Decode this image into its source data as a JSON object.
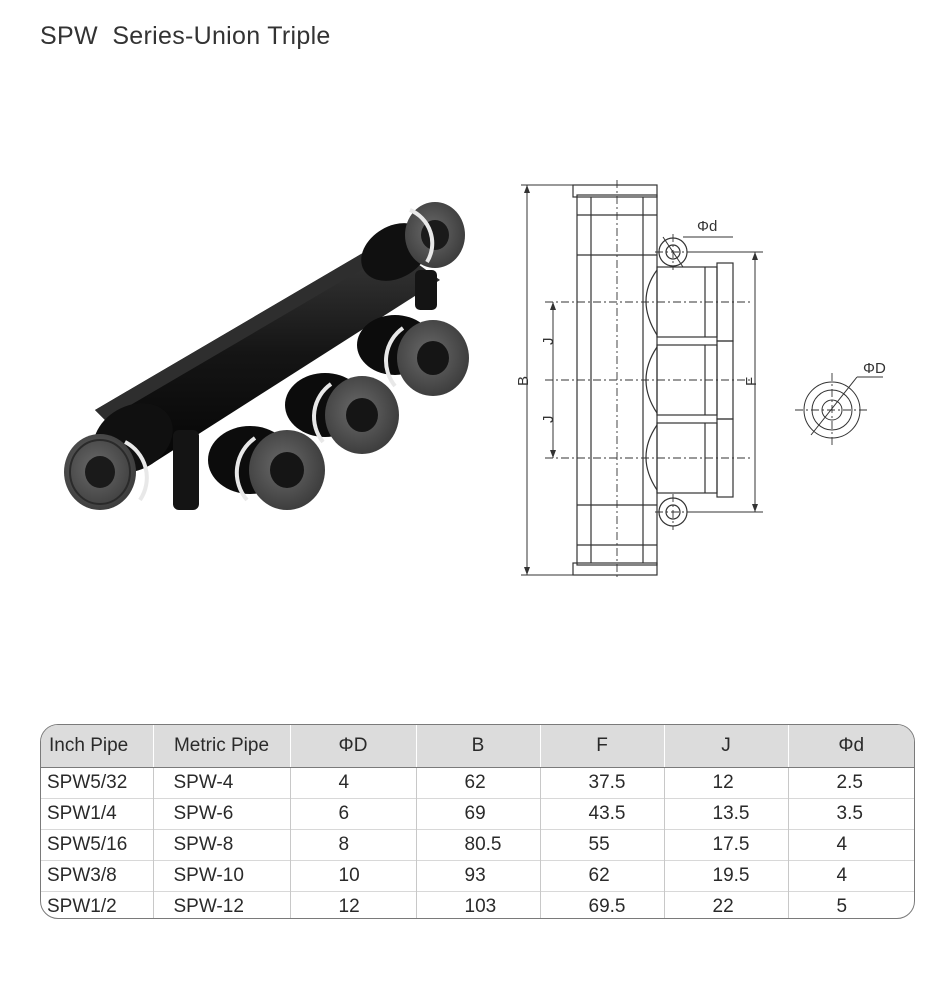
{
  "title": "SPW  Series-Union Triple",
  "drawing_labels": {
    "phi_d": "Φd",
    "phi_D": "ΦD",
    "B": "B",
    "F": "F",
    "J_upper": "J",
    "J_lower": "J"
  },
  "table": {
    "headers": [
      "Inch Pipe",
      "Metric Pipe",
      "ΦD",
      "B",
      "F",
      "J",
      "Φd"
    ],
    "rows": [
      [
        "SPW5/32",
        "SPW-4",
        "4",
        "62",
        "37.5",
        "12",
        "2.5"
      ],
      [
        "SPW1/4",
        "SPW-6",
        "6",
        "69",
        "43.5",
        "13.5",
        "3.5"
      ],
      [
        "SPW5/16",
        "SPW-8",
        "8",
        "80.5",
        "55",
        "17.5",
        "4"
      ],
      [
        "SPW3/8",
        "SPW-10",
        "10",
        "93",
        "62",
        "19.5",
        "4"
      ],
      [
        "SPW1/2",
        "SPW-12",
        "12",
        "103",
        "69.5",
        "22",
        "5"
      ]
    ]
  }
}
